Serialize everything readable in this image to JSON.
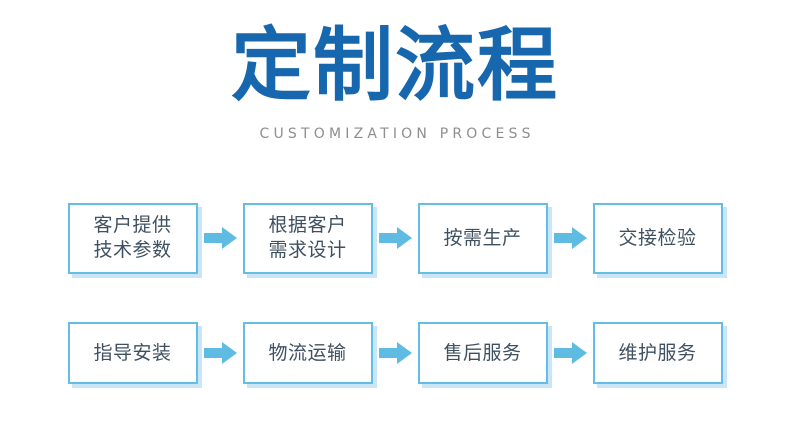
{
  "header": {
    "title": "定制流程",
    "subtitle": "CUSTOMIZATION PROCESS",
    "title_color": "#1767AE",
    "subtitle_color": "#8e8e8e"
  },
  "theme": {
    "background": "#ffffff",
    "box_border": "#64BDE4",
    "box_shadow": "#A8DAF0",
    "arrow_color": "#5EBCE3",
    "step_text": "#3F5161"
  },
  "flow": {
    "rows": [
      {
        "steps": [
          {
            "label": "客户提供\n技术参数"
          },
          {
            "label": "根据客户\n需求设计"
          },
          {
            "label": "按需生产"
          },
          {
            "label": "交接检验"
          }
        ]
      },
      {
        "steps": [
          {
            "label": "指导安装"
          },
          {
            "label": "物流运输"
          },
          {
            "label": "售后服务"
          },
          {
            "label": "维护服务"
          }
        ]
      }
    ]
  }
}
